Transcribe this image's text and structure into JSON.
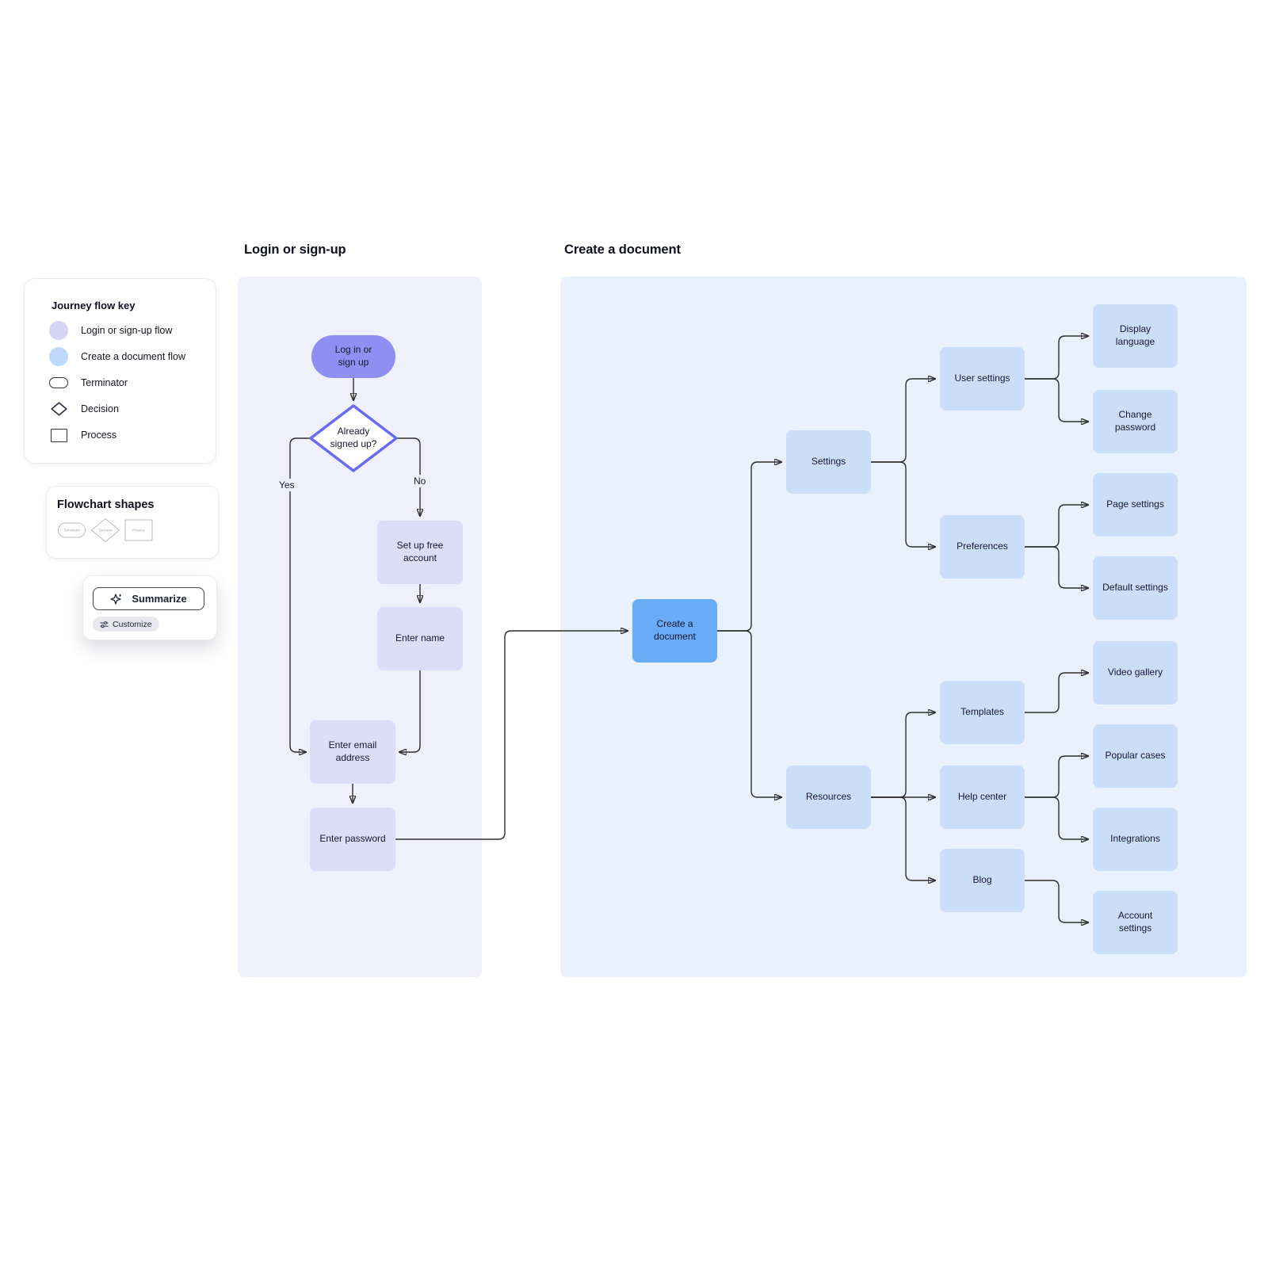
{
  "colors": {
    "login_flow_accent": "#8f8ff3",
    "login_flow_light": "#dddcf9",
    "login_panel": "#f0effc",
    "document_flow_accent": "#6aabf7",
    "document_flow_light": "#cadef9",
    "document_panel": "#e9f2fc",
    "decision_border": "#6a6af0",
    "connector": "#2d2d2d"
  },
  "legend": {
    "title": "Journey flow key",
    "items": [
      {
        "label": "Login or sign-up flow",
        "swatch": "circle",
        "color": "#d5d4f7"
      },
      {
        "label": "Create a document flow",
        "swatch": "circle",
        "color": "#bdd8f8"
      },
      {
        "label": "Terminator",
        "swatch": "terminator"
      },
      {
        "label": "Decision",
        "swatch": "diamond"
      },
      {
        "label": "Process",
        "swatch": "rect"
      }
    ]
  },
  "shapes_panel": {
    "title": "Flowchart shapes",
    "shapes": [
      {
        "label": "Terminator",
        "kind": "terminator"
      },
      {
        "label": "Decision",
        "kind": "diamond"
      },
      {
        "label": "Process",
        "kind": "rect"
      }
    ]
  },
  "ai_panel": {
    "summarize": "Summarize",
    "customize": "Customize"
  },
  "flows": {
    "login": {
      "title": "Login or sign-up",
      "nodes": {
        "start": "Log in or\nsign up",
        "decision": "Already\nsigned up?",
        "setup": "Set up free\naccount",
        "name": "Enter name",
        "email": "Enter email\naddress",
        "password": "Enter password"
      },
      "edge_labels": {
        "yes": "Yes",
        "no": "No"
      }
    },
    "document": {
      "title": "Create a document",
      "nodes": {
        "create": "Create a\ndocument",
        "settings": "Settings",
        "resources": "Resources",
        "user_settings": "User settings",
        "preferences": "Preferences",
        "templates": "Templates",
        "help_center": "Help center",
        "blog": "Blog",
        "display_language": "Display\nlanguage",
        "change_password": "Change\npassword",
        "page_settings": "Page settings",
        "default_settings": "Default settings",
        "video_gallery": "Video gallery",
        "popular_cases": "Popular cases",
        "integrations": "Integrations",
        "account_settings": "Account\nsettings"
      }
    }
  }
}
